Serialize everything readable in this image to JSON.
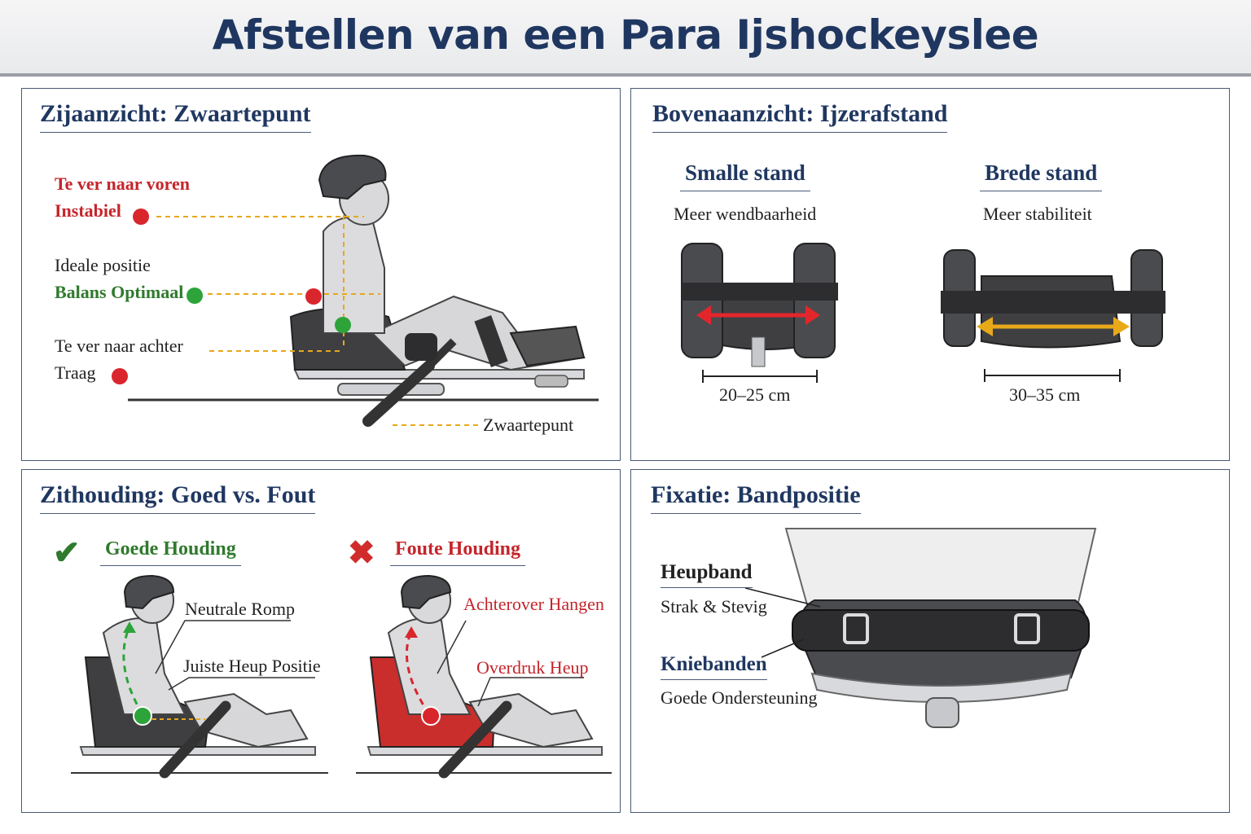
{
  "title": "Afstellen van een Para Ijshockeyslee",
  "side_view": {
    "title": "Zijaanzicht: Zwaartepunt",
    "front_line1": "Te ver naar voren",
    "front_line2": "Instabiel",
    "ideal_line1": "Ideale positie",
    "ideal_line2": "Balans Optimaal",
    "back_line1": "Te ver naar achter",
    "back_line2": "Traag",
    "cog_label": "Zwaartepunt"
  },
  "top_view": {
    "title": "Bovenaanzicht: Ijzerafstand",
    "narrow_title": "Smalle stand",
    "narrow_desc": "Meer wendbaarheid",
    "narrow_measure": "20–25 cm",
    "wide_title": "Brede stand",
    "wide_desc": "Meer stabiliteit",
    "wide_measure": "30–35 cm"
  },
  "posture": {
    "title": "Zithouding: Goed vs. Fout",
    "good_title": "Goede Houding",
    "good_label1": "Neutrale Romp",
    "good_label2": "Juiste Heup Positie",
    "bad_title": "Foute Houding",
    "bad_label1": "Achterover Hangen",
    "bad_label2": "Overdruk Heup"
  },
  "fixation": {
    "title": "Fixatie: Bandpositie",
    "hip_title": "Heupband",
    "hip_desc": "Strak & Stevig",
    "knee_title": "Kniebanden",
    "knee_desc": "Goede Ondersteuning"
  },
  "icons": {
    "good": "check-icon",
    "bad": "cross-icon"
  },
  "colors": {
    "navy": "#1f3760",
    "red": "#c4252b",
    "green": "#2f7a2d",
    "amber": "#e7a81a"
  }
}
